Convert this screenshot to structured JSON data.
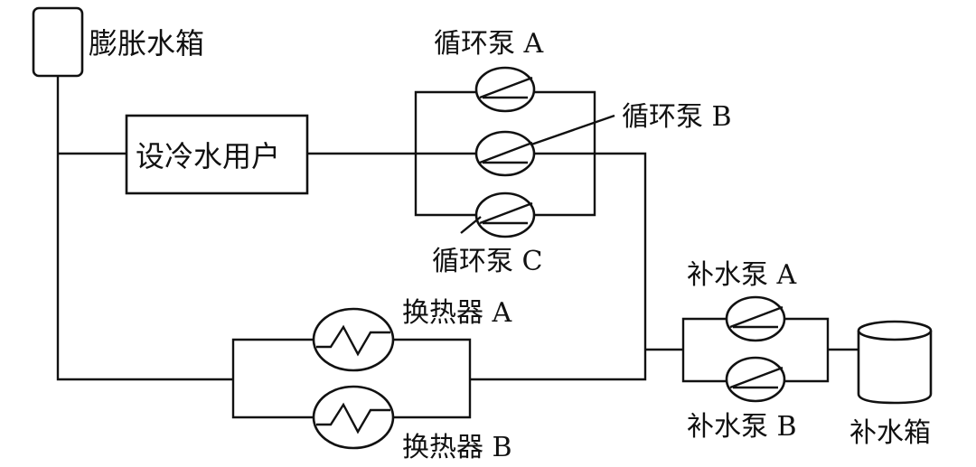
{
  "labels": {
    "expansion_tank": "膨胀水箱",
    "cold_water_user": "设冷水用户",
    "pump_a": "循环泵 A",
    "pump_b": "循环泵 B",
    "pump_c": "循环泵 C",
    "hx_a": "换热器 A",
    "hx_b": "换热器 B",
    "makeup_pump_a": "补水泵 A",
    "makeup_pump_b": "补水泵 B",
    "makeup_tank": "补水箱"
  }
}
